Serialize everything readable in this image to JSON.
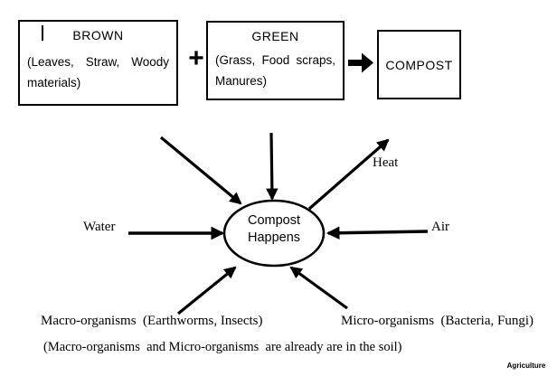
{
  "flow": {
    "brown": {
      "title": "BROWN",
      "body": "(Leaves, Straw, Woody materials)"
    },
    "plus_operator": "+",
    "green": {
      "title": "GREEN",
      "body": "(Grass, Food scraps, Manures)"
    },
    "compost": {
      "title": "COMPOST"
    }
  },
  "diagram": {
    "ellipse_label": "Compost\nHappens",
    "inputs": {
      "water": "Water",
      "air": "Air",
      "macro": "Macro-organisms  (Earthworms, Insects)",
      "micro": "Micro-organisms  (Bacteria, Fungi)"
    },
    "outputs": {
      "heat": "Heat"
    },
    "note": "(Macro-organisms  and Micro-organisms  are already are in the soil)"
  },
  "watermark": "Agriculture",
  "colors": {
    "ink": "#000000",
    "background": "#ffffff"
  }
}
